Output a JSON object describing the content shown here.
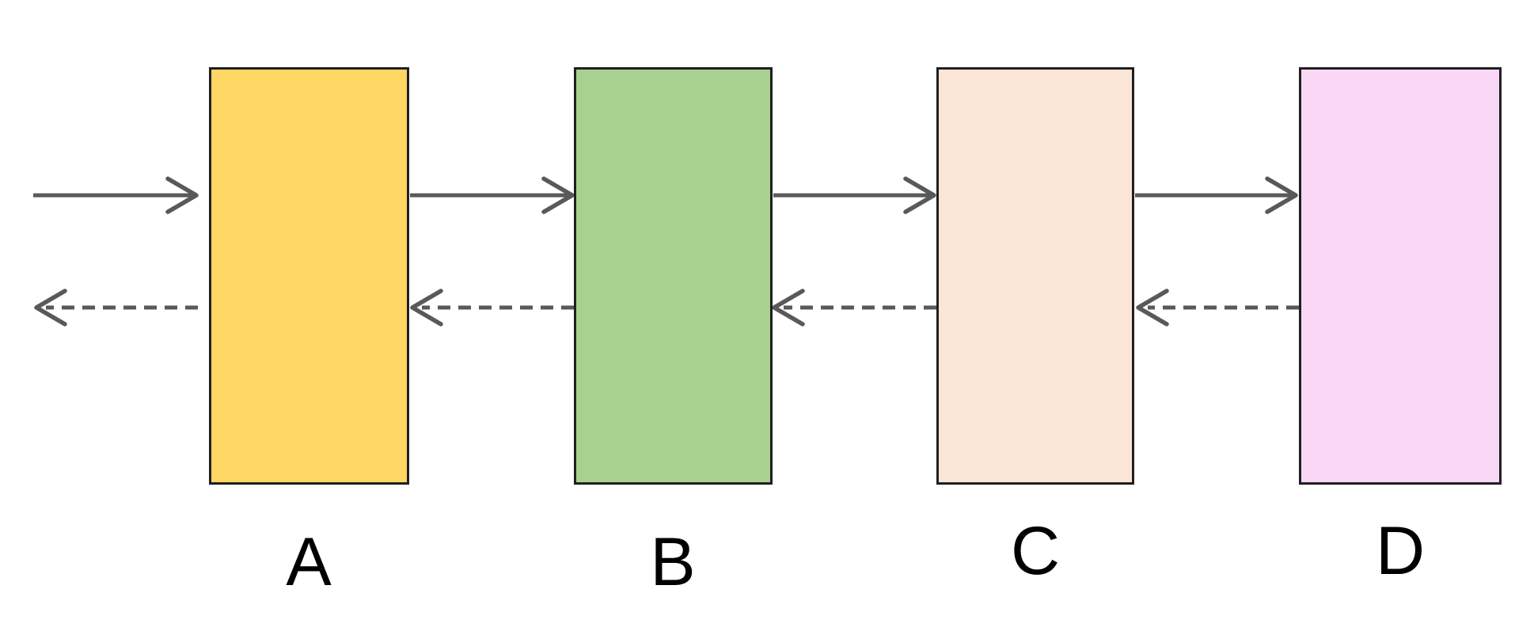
{
  "diagram": {
    "title": "four-stage-block-flow",
    "nodes": [
      {
        "id": "A",
        "label": "A",
        "color": "#FDD663"
      },
      {
        "id": "B",
        "label": "B",
        "color": "#A8D08E"
      },
      {
        "id": "C",
        "label": "C",
        "color": "#FBE5D6"
      },
      {
        "id": "D",
        "label": "D",
        "color": "#F9D7F5"
      }
    ],
    "edges": [
      {
        "from": "external-left",
        "to": "A",
        "style": "solid",
        "direction": "right"
      },
      {
        "from": "A",
        "to": "external-left",
        "style": "dashed",
        "direction": "left"
      },
      {
        "from": "A",
        "to": "B",
        "style": "solid",
        "direction": "right"
      },
      {
        "from": "B",
        "to": "A",
        "style": "dashed",
        "direction": "left"
      },
      {
        "from": "B",
        "to": "C",
        "style": "solid",
        "direction": "right"
      },
      {
        "from": "C",
        "to": "B",
        "style": "dashed",
        "direction": "left"
      },
      {
        "from": "C",
        "to": "D",
        "style": "solid",
        "direction": "right"
      },
      {
        "from": "D",
        "to": "C",
        "style": "dashed",
        "direction": "left"
      }
    ],
    "colors": {
      "border": "#1f1f1f",
      "arrow": "#595959",
      "label": "#000000",
      "background": "#ffffff"
    }
  }
}
